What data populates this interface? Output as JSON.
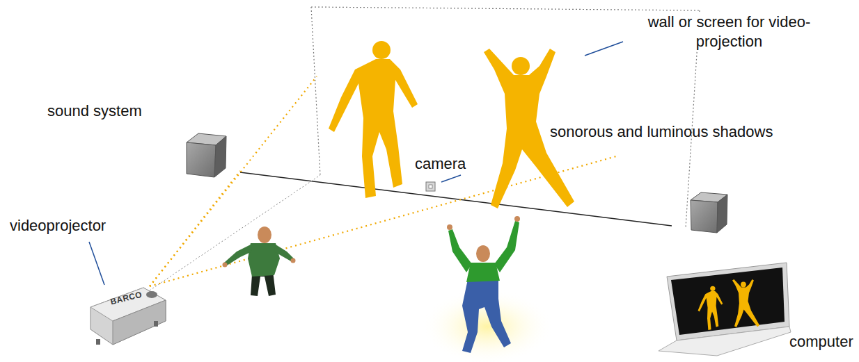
{
  "diagram": {
    "nodes": [
      {
        "text": [
          "BARCO"
        ]
      }
    ],
    "labels": [
      "wall or screen for video-projection",
      "sound system",
      "sonorous and luminous shadows",
      "camera",
      "videoprojector",
      "computer"
    ]
  }
}
